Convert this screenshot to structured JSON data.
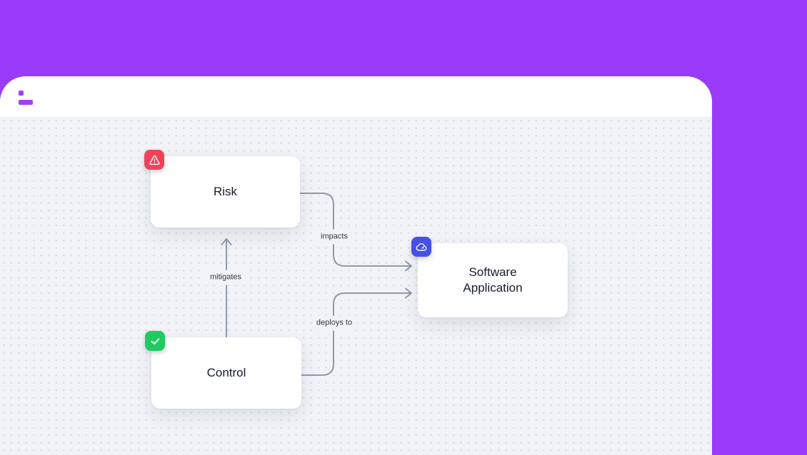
{
  "window": {
    "logo": {
      "color": "#a43ff7"
    }
  },
  "colors": {
    "page_background": "#9a3bfa",
    "canvas_background": "#f1f3f7",
    "canvas_dot": "#d6d9e2",
    "edge": "#8e9bac",
    "node_text": "#161d2a"
  },
  "diagram": {
    "nodes": [
      {
        "id": "risk",
        "label": "Risk",
        "icon": "warning-icon",
        "icon_color": "#f4415a"
      },
      {
        "id": "control",
        "label": "Control",
        "icon": "check-icon",
        "icon_color": "#1fca61"
      },
      {
        "id": "software-application",
        "label": "Software Application",
        "icon": "cloud-icon",
        "icon_color": "#4650e6"
      }
    ],
    "edges": [
      {
        "id": "mitigates",
        "from": "control",
        "to": "risk",
        "label": "mitigates"
      },
      {
        "id": "impacts",
        "from": "risk",
        "to": "software-application",
        "label": "impacts"
      },
      {
        "id": "deploys-to",
        "from": "control",
        "to": "software-application",
        "label": "deploys to"
      }
    ]
  }
}
